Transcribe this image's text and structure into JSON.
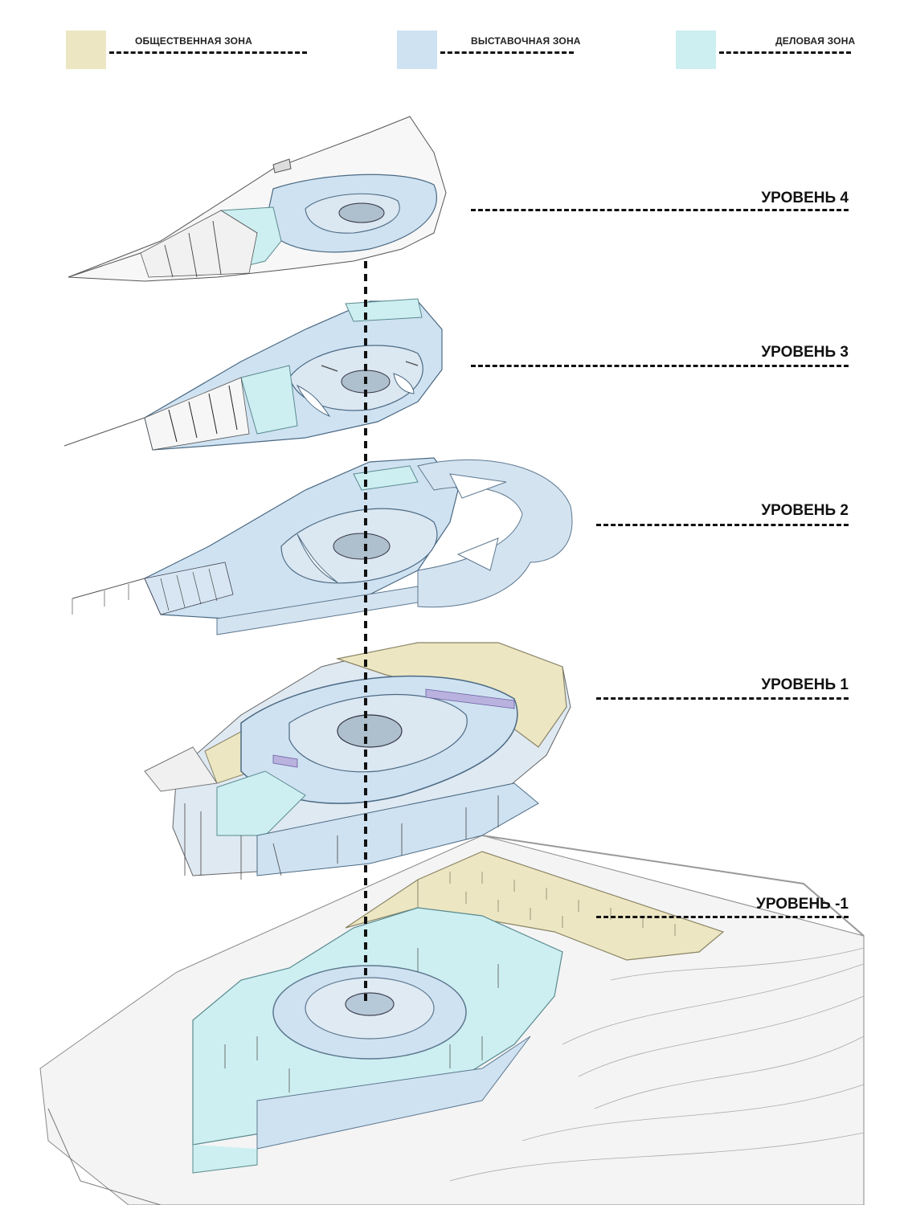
{
  "colors": {
    "public": "#ece6c2",
    "exhibition": "#cfe2f1",
    "business": "#cdeff1"
  },
  "legend": [
    {
      "label": "ОБЩЕСТВЕННАЯ ЗОНА",
      "color": "#ece6c2"
    },
    {
      "label": "ВЫСТАВОЧНАЯ ЗОНА",
      "color": "#cfe2f1"
    },
    {
      "label": "ДЕЛОВАЯ ЗОНА",
      "color": "#cdeff1"
    }
  ],
  "levels": [
    {
      "label": "УРОВЕНЬ 4"
    },
    {
      "label": "УРОВЕНЬ 3"
    },
    {
      "label": "УРОВЕНЬ 2"
    },
    {
      "label": "УРОВЕНЬ 1"
    },
    {
      "label": "УРОВЕНЬ -1"
    }
  ]
}
